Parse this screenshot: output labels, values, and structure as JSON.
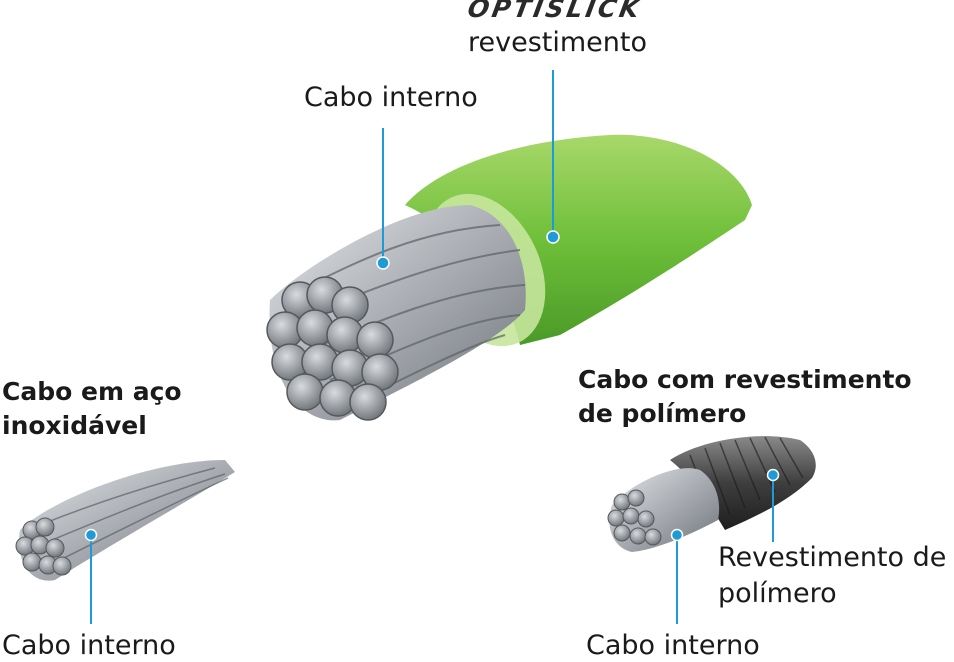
{
  "optislick": {
    "brand": "OPTISLICK",
    "coating_label": "revestimento",
    "inner_cable_label": "Cabo interno"
  },
  "stainless": {
    "heading_line1": "Cabo em aço",
    "heading_line2": "inoxidável",
    "inner_cable_label": "Cabo interno"
  },
  "polymer": {
    "heading_line1": "Cabo com revestimento",
    "heading_line2": "de polímero",
    "coating_label_line1": "Revestimento de",
    "coating_label_line2": "polímero",
    "inner_cable_label": "Cabo interno"
  },
  "colors": {
    "callout_line": "#1e9ad6",
    "coating_green": "#7cc242",
    "coating_dark": "#3a3a3a",
    "steel": "#b8bcc2"
  }
}
